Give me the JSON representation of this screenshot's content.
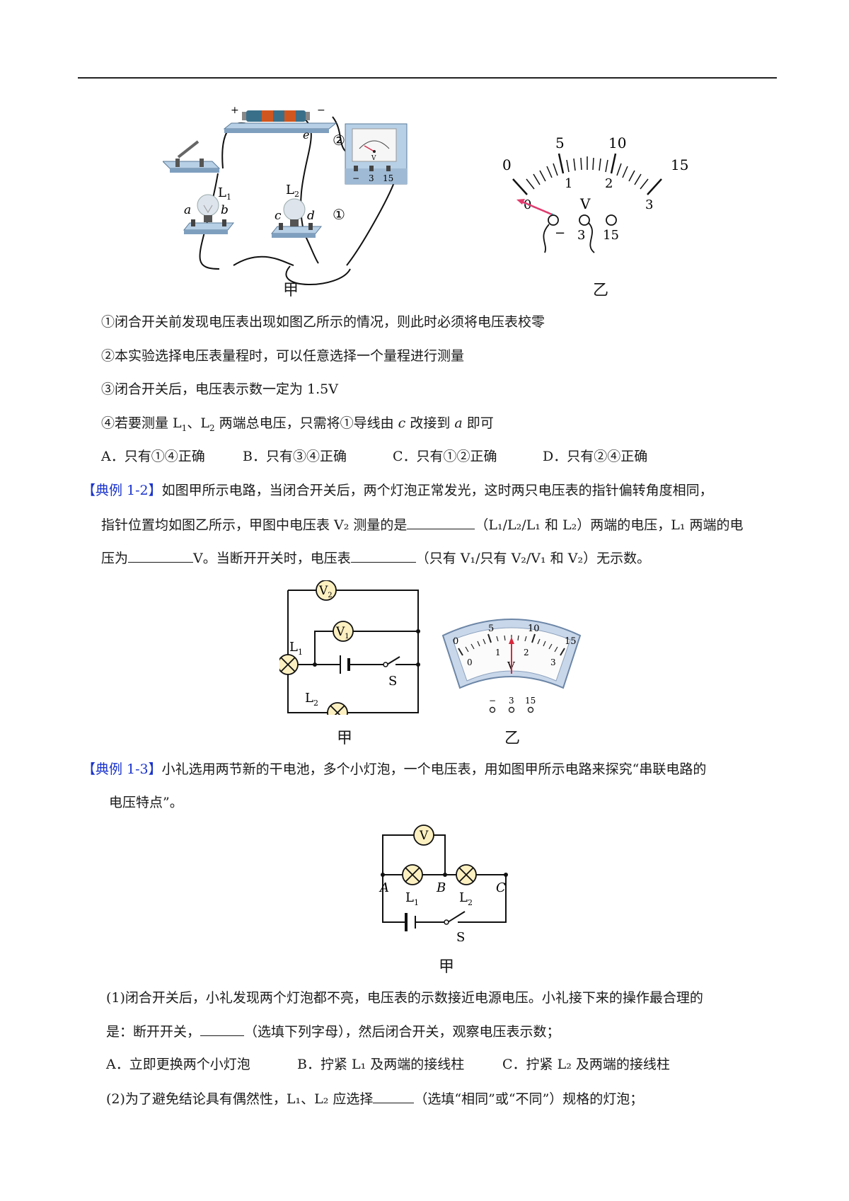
{
  "fig1": {
    "jia_label": "甲",
    "yi_label": "乙",
    "plus": "+",
    "minus": "−",
    "e": "e",
    "L1": "L",
    "L1_sub": "1",
    "L2": "L",
    "L2_sub": "2",
    "a": "a",
    "b": "b",
    "c": "c",
    "d": "d",
    "circle1": "①",
    "circle2": "②",
    "meter_minus": "−",
    "meter_3": "3",
    "meter_15": "15",
    "scale_top": [
      "0",
      "5",
      "10",
      "15"
    ],
    "scale_bottom": [
      "0",
      "1",
      "2",
      "3"
    ],
    "unit": "V",
    "terminal_minus": "−",
    "terminal_3": "3",
    "terminal_15": "15"
  },
  "statements": [
    "①闭合开关前发现电压表出现如图乙所示的情况，则此时必须将电压表校零",
    "②本实验选择电压表量程时，可以任意选择一个量程进行测量",
    "③闭合开关后，电压表示数一定为 1.5V"
  ],
  "statement4": {
    "pre": "④若要测量 L",
    "s1": "1",
    "mid1": "、L",
    "s2": "2",
    "mid2": " 两端总电压，只需将①导线由 ",
    "c": "c",
    "mid3": " 改接到 ",
    "a": "a",
    "post": " 即可"
  },
  "options1": [
    "A．只有①④正确",
    "B．只有③④正确",
    "C．只有①②正确",
    "D．只有②④正确"
  ],
  "ex12": {
    "tag": "【典例 1-2】",
    "line1": "如图甲所示电路，当闭合开关后，两个灯泡正常发光，这时两只电压表的指针偏转角度相同，",
    "line2a": "指针位置均如图乙所示，甲图中电压表 V₂ 测量的是",
    "line2b": "（L₁/L₂/L₁ 和 L₂）两端的电压，L₁ 两端的电",
    "line3a": "压为",
    "line3b": "V。当断开开关时，电压表",
    "line3c": "（只有 V₁/只有 V₂/V₁ 和 V₂）无示数。"
  },
  "fig2": {
    "V2": "V",
    "V2_sub": "2",
    "V1": "V",
    "V1_sub": "1",
    "L1": "L",
    "L1_sub": "1",
    "L2": "L",
    "L2_sub": "2",
    "S": "S",
    "scale_top": [
      "0",
      "5",
      "10",
      "15"
    ],
    "scale_bottom": [
      "0",
      "1",
      "2",
      "3"
    ],
    "unit": "V",
    "terminals": [
      "−",
      "3",
      "15"
    ],
    "jia_label": "甲",
    "yi_label": "乙"
  },
  "ex13": {
    "tag": "【典例 1-3】",
    "line1": "小礼选用两节新的干电池，多个小灯泡，一个电压表，用如图甲所示电路来探究“串联电路的",
    "line2": "电压特点”。"
  },
  "fig3": {
    "V": "V",
    "A": "A",
    "B": "B",
    "C": "C",
    "L1": "L",
    "L1_sub": "1",
    "L2": "L",
    "L2_sub": "2",
    "S": "S",
    "jia_label": "甲"
  },
  "q1": {
    "line1": "(1)闭合开关后，小礼发现两个灯泡都不亮，电压表的示数接近电源电压。小礼接下来的操作最合理的",
    "line2a": "是：断开开关，",
    "line2b": "（选填下列字母），然后闭合开关，观察电压表示数；",
    "options": [
      "A．立即更换两个小灯泡",
      "B．拧紧 L₁ 及两端的接线柱",
      "C．拧紧 L₂ 及两端的接线柱"
    ]
  },
  "q2": {
    "a": "(2)为了避免结论具有偶然性，L₁、L₂ 应选择",
    "b": "（选填“相同”或“不同”）规格的灯泡；"
  }
}
